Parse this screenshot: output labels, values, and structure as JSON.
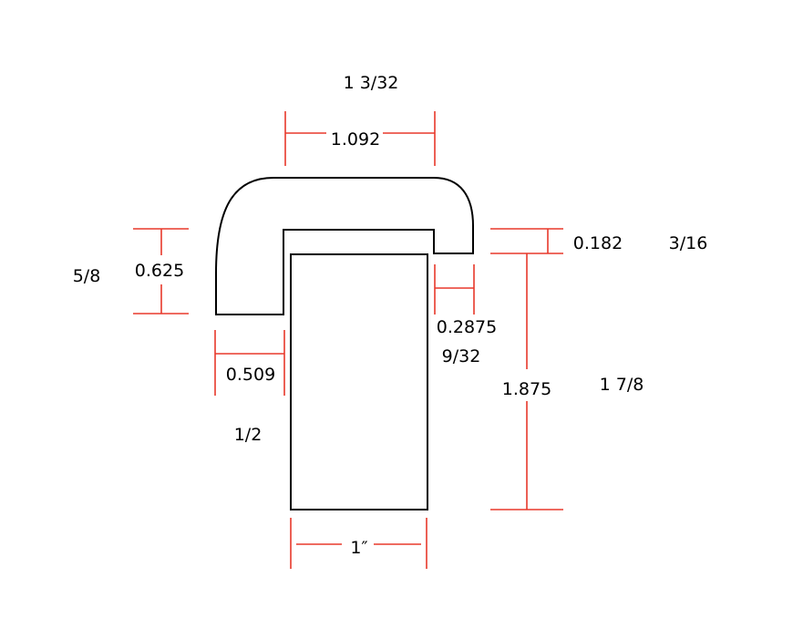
{
  "colors": {
    "dimension": "#e8392b",
    "outline": "#000000"
  },
  "dimensions": {
    "top_width": {
      "decimal": "1.092",
      "fraction": "1 3/32"
    },
    "left_height": {
      "decimal": "0.625",
      "fraction": "5/8"
    },
    "left_lip": {
      "decimal": "0.509",
      "fraction": "1/2"
    },
    "right_step": {
      "decimal": "0.182",
      "fraction": "3/16"
    },
    "right_lip": {
      "decimal": "0.2875",
      "fraction": "9/32"
    },
    "insert_height": {
      "decimal": "1.875",
      "fraction": "1 7/8"
    },
    "insert_width": {
      "decimal": "1″"
    }
  }
}
